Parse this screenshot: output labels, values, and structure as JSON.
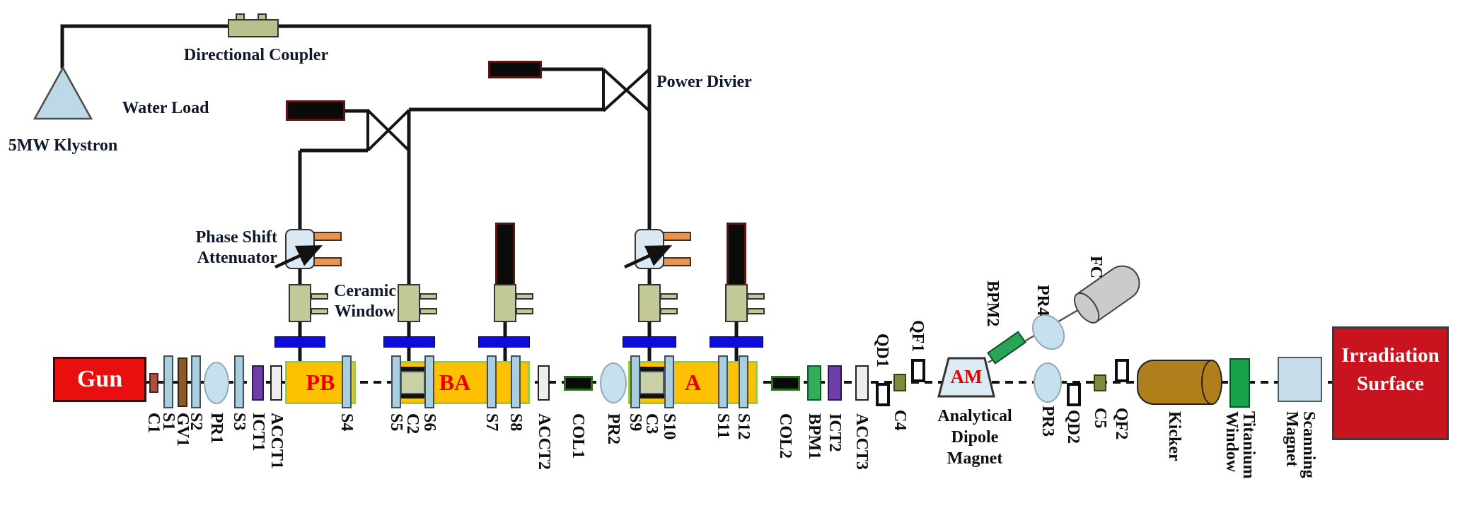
{
  "rf": {
    "klystron_label": "5MW Klystron",
    "directional_coupler_label": "Directional Coupler",
    "water_load_label": "Water Load",
    "power_divider_label": "Power Divier",
    "phase_shift_line1": "Phase Shift",
    "phase_shift_line2": "Attenuator",
    "ceramic_window_line1": "Ceramic",
    "ceramic_window_line2": "Window"
  },
  "sections": {
    "gun": "Gun",
    "pb": "PB",
    "ba": "BA",
    "a": "A",
    "am": "AM",
    "analytical_line1": "Analytical",
    "analytical_line2": "Dipole",
    "analytical_line3": "Magnet",
    "irradiation_line1": "Irradiation",
    "irradiation_line2": "Surface"
  },
  "components": {
    "c1": "C1",
    "s1": "S1",
    "gv1": "GV1",
    "s2": "S2",
    "pr1": "PR1",
    "s3": "S3",
    "ict1": "ICT1",
    "acct1": "ACCT1",
    "s4": "S4",
    "s5": "S5",
    "c2": "C2",
    "s6": "S6",
    "s7": "S7",
    "s8": "S8",
    "acct2": "ACCT2",
    "col1": "COL1",
    "pr2": "PR2",
    "s9": "S9",
    "c3": "C3",
    "s10": "S10",
    "s11": "S11",
    "s12": "S12",
    "col2": "COL2",
    "bpm1": "BPM1",
    "ict2": "ICT2",
    "acct3": "ACCT3",
    "qd1": "QD1",
    "c4": "C4",
    "qf1": "QF1",
    "bpm2": "BPM2",
    "pr4": "PR4",
    "fc": "FC",
    "pr3": "PR3",
    "qd2": "QD2",
    "c5": "C5",
    "qf2": "QF2",
    "kicker": "Kicker",
    "titanium_line1": "Titanium",
    "titanium_line2": "Window",
    "scanning_line1": "Scanning",
    "scanning_line2": "Magnet"
  },
  "colors": {
    "structure_yellow": "#fdc102",
    "flange_blue": "#0c0cdb",
    "bpm_green": "#2fae57",
    "ict_purple": "#6b3fa6",
    "gun_red": "#ea0f0f",
    "irradiation_red": "#c91420",
    "section_text_red": "#e60000",
    "kicker_brown": "#b07f1b",
    "titanium_green": "#17a24b"
  }
}
